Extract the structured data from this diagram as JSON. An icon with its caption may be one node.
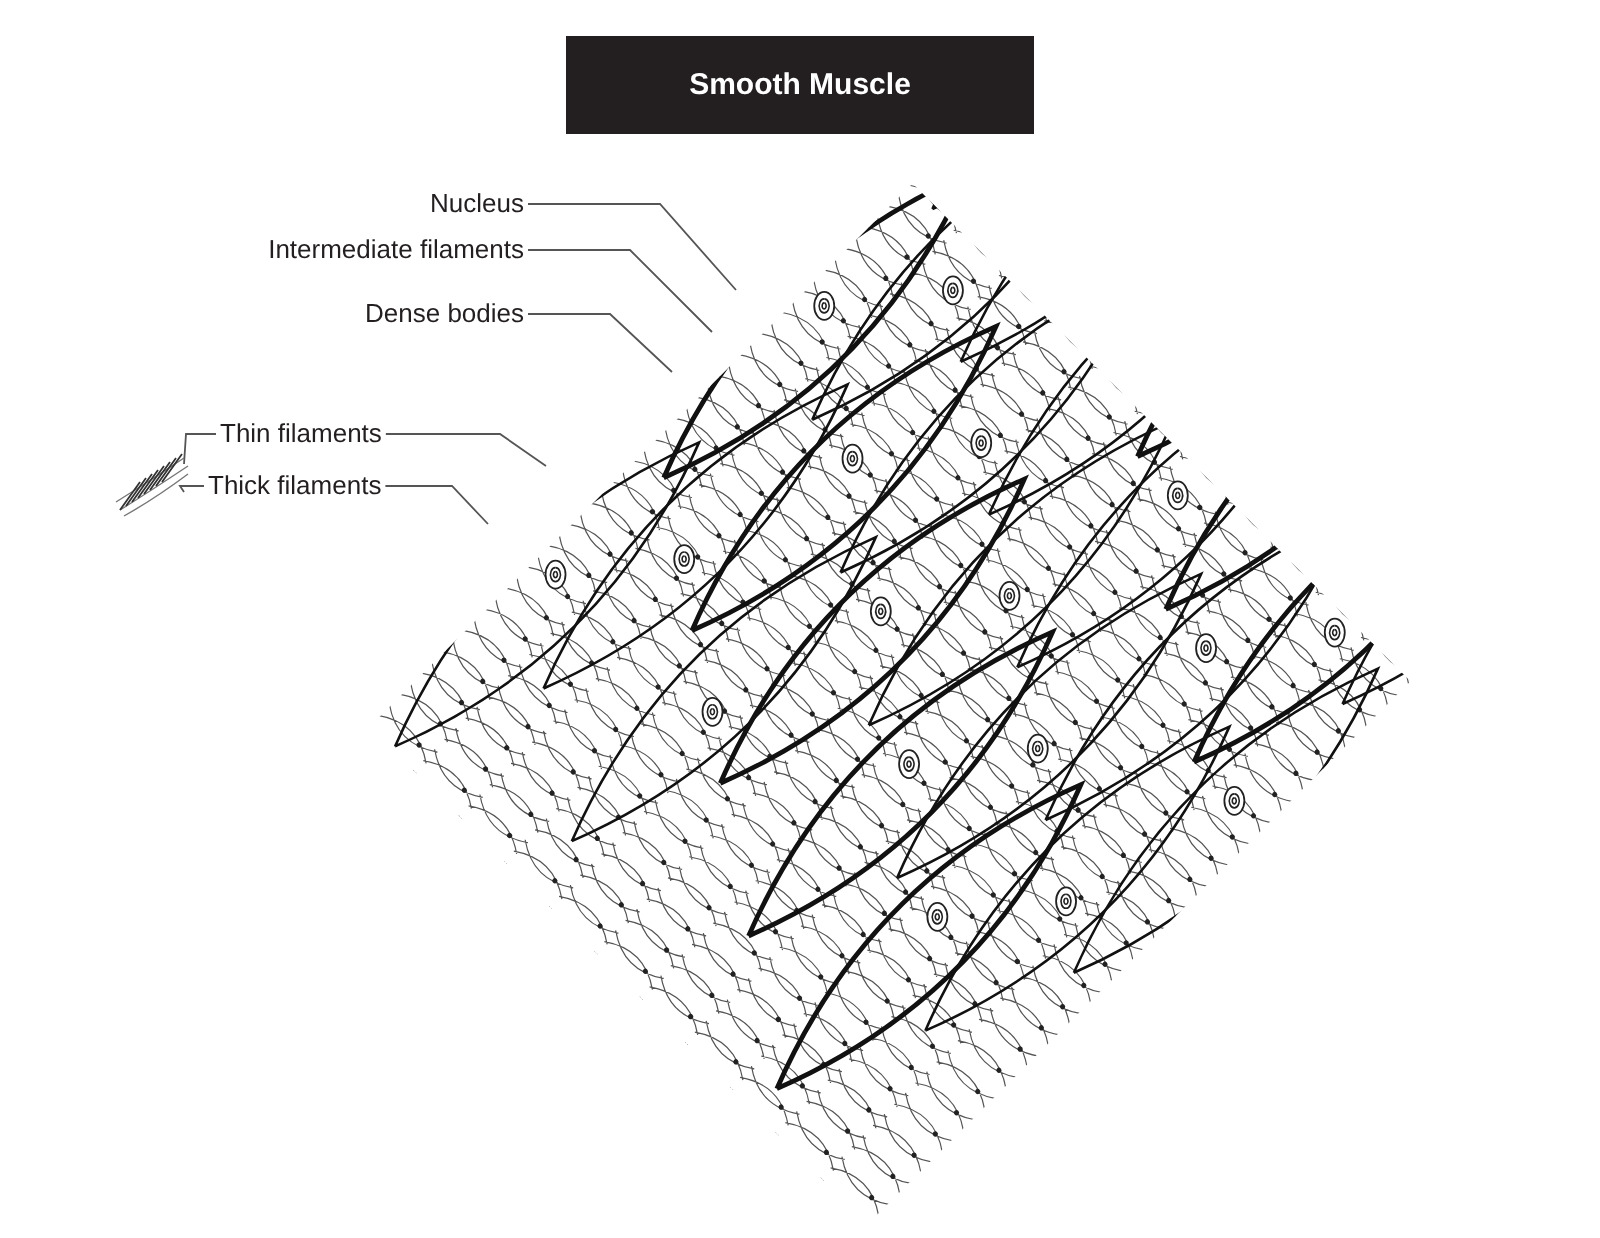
{
  "diagram": {
    "nodes": [
      {
        "text": [
          "Smooth Muscle"
        ]
      },
      {
        "text": [
          "Nucleus"
        ]
      },
      {
        "text": [
          "Intermediate filaments"
        ]
      },
      {
        "text": [
          "Dense bodies"
        ]
      },
      {
        "text": [
          "Thin filaments"
        ]
      },
      {
        "text": [
          "Thick filaments"
        ]
      },
      {
        "text": [],
        "shape": "picture"
      }
    ],
    "edges": [
      {
        "from": 1,
        "to": null,
        "arrow": "none"
      },
      {
        "from": 2,
        "to": null,
        "arrow": "none"
      },
      {
        "from": 3,
        "to": null,
        "arrow": "none"
      },
      {
        "from": 4,
        "to": null,
        "arrow": "none"
      },
      {
        "from": 5,
        "to": null,
        "arrow": "none"
      },
      {
        "from": 4,
        "to": 6,
        "arrow": "none"
      },
      {
        "from": 5,
        "to": 6,
        "arrow": "none"
      }
    ]
  }
}
